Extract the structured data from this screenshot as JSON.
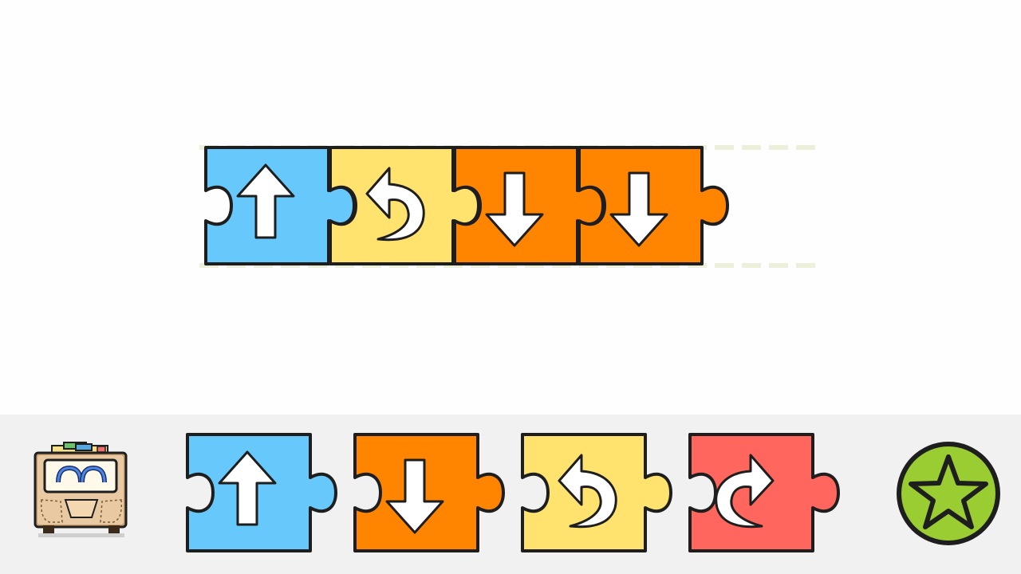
{
  "program": {
    "blocks": [
      {
        "command": "forward",
        "icon": "arrow-up-icon",
        "color": "#66c8fb"
      },
      {
        "command": "turn-left",
        "icon": "turn-left-icon",
        "color": "#ffe36e"
      },
      {
        "command": "backward",
        "icon": "arrow-down-icon",
        "color": "#ff8500"
      },
      {
        "command": "backward",
        "icon": "arrow-down-icon",
        "color": "#ff8500"
      }
    ]
  },
  "palette": {
    "blocks": [
      {
        "command": "forward",
        "icon": "arrow-up-icon",
        "color": "#66c8fb"
      },
      {
        "command": "backward",
        "icon": "arrow-down-icon",
        "color": "#ff8500"
      },
      {
        "command": "turn-left",
        "icon": "turn-left-icon",
        "color": "#ffe36e"
      },
      {
        "command": "turn-right",
        "icon": "turn-right-icon",
        "color": "#ff665e"
      }
    ]
  },
  "robot": {
    "icon": "robot-face-icon"
  },
  "run_button": {
    "icon": "star-icon",
    "color": "#9acd32"
  },
  "colors": {
    "outline": "#1e1e1e",
    "guide": "#ecefd9",
    "palette_bg": "#f1f1f1"
  }
}
